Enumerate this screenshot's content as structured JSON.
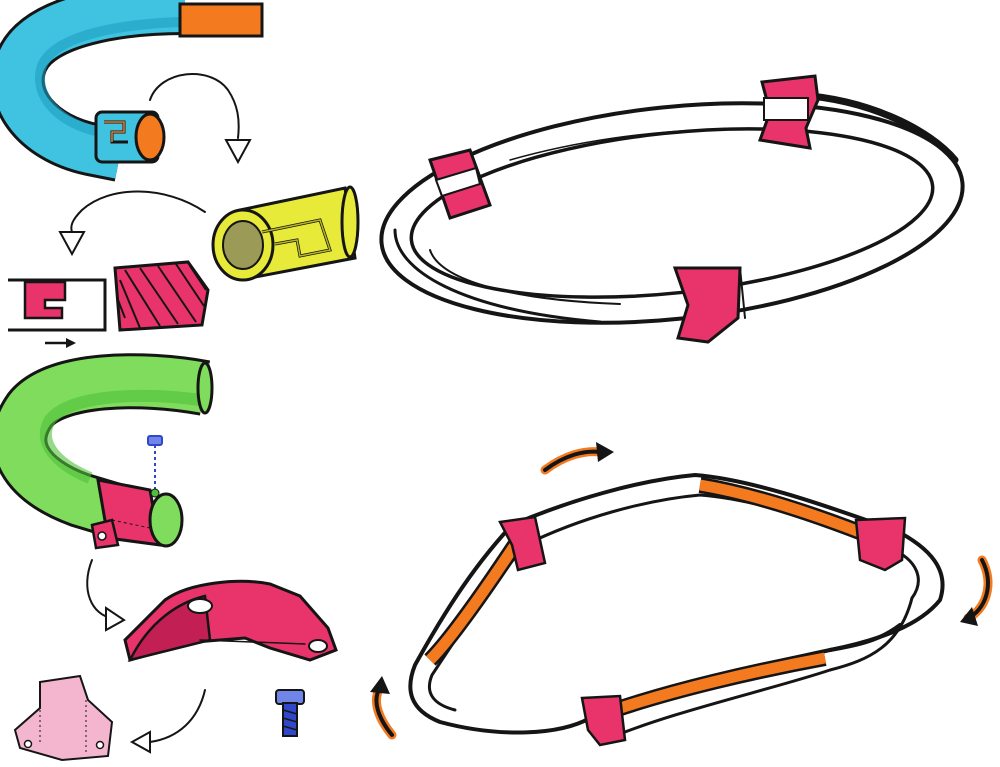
{
  "colors": {
    "ink": "#151515",
    "cyan": "#3fc3e0",
    "cyan_dark": "#1e9fc0",
    "orange": "#f47a20",
    "yellow": "#e8ea3a",
    "yellow_dark": "#b8b826",
    "olive": "#9b9a57",
    "magenta": "#e8336b",
    "magenta_dark": "#c21f55",
    "green": "#7fdc5c",
    "green_dark": "#4fbf3a",
    "pink": "#f4b6cf",
    "blue": "#2f47c8",
    "blue_light": "#6f85e8",
    "white": "#ffffff"
  },
  "panels": [
    {
      "id": "tube-lock-joint",
      "icon": "slot-lock-connector-icon"
    },
    {
      "id": "closed-ring",
      "icon": "ring-with-connectors-icon"
    },
    {
      "id": "screw-clamp-joint",
      "icon": "clamp-and-screw-icon"
    },
    {
      "id": "twisting-ring",
      "icon": "twisting-ring-icon"
    }
  ]
}
